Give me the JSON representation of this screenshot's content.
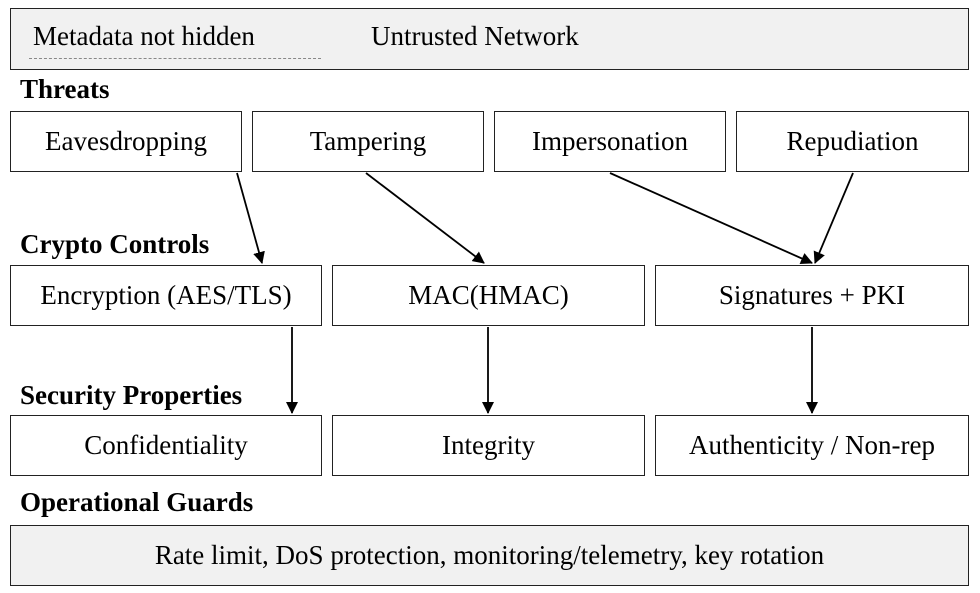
{
  "top_band": {
    "metadata_note": "Metadata not hidden",
    "network_label": "Untrusted Network"
  },
  "headings": {
    "threats": "Threats",
    "crypto_controls": "Crypto Controls",
    "security_properties": "Security Properties",
    "operational_guards": "Operational Guards"
  },
  "threats": [
    "Eavesdropping",
    "Tampering",
    "Impersonation",
    "Repudiation"
  ],
  "controls": [
    "Encryption (AES/TLS)",
    "MAC(HMAC)",
    "Signatures + PKI"
  ],
  "properties": [
    "Confidentiality",
    "Integrity",
    "Authenticity / Non-rep"
  ],
  "operational_guards": "Rate limit, DoS protection, monitoring/telemetry, key rotation",
  "colors": {
    "band_fill": "#f1f1f1",
    "stroke": "#222222"
  }
}
